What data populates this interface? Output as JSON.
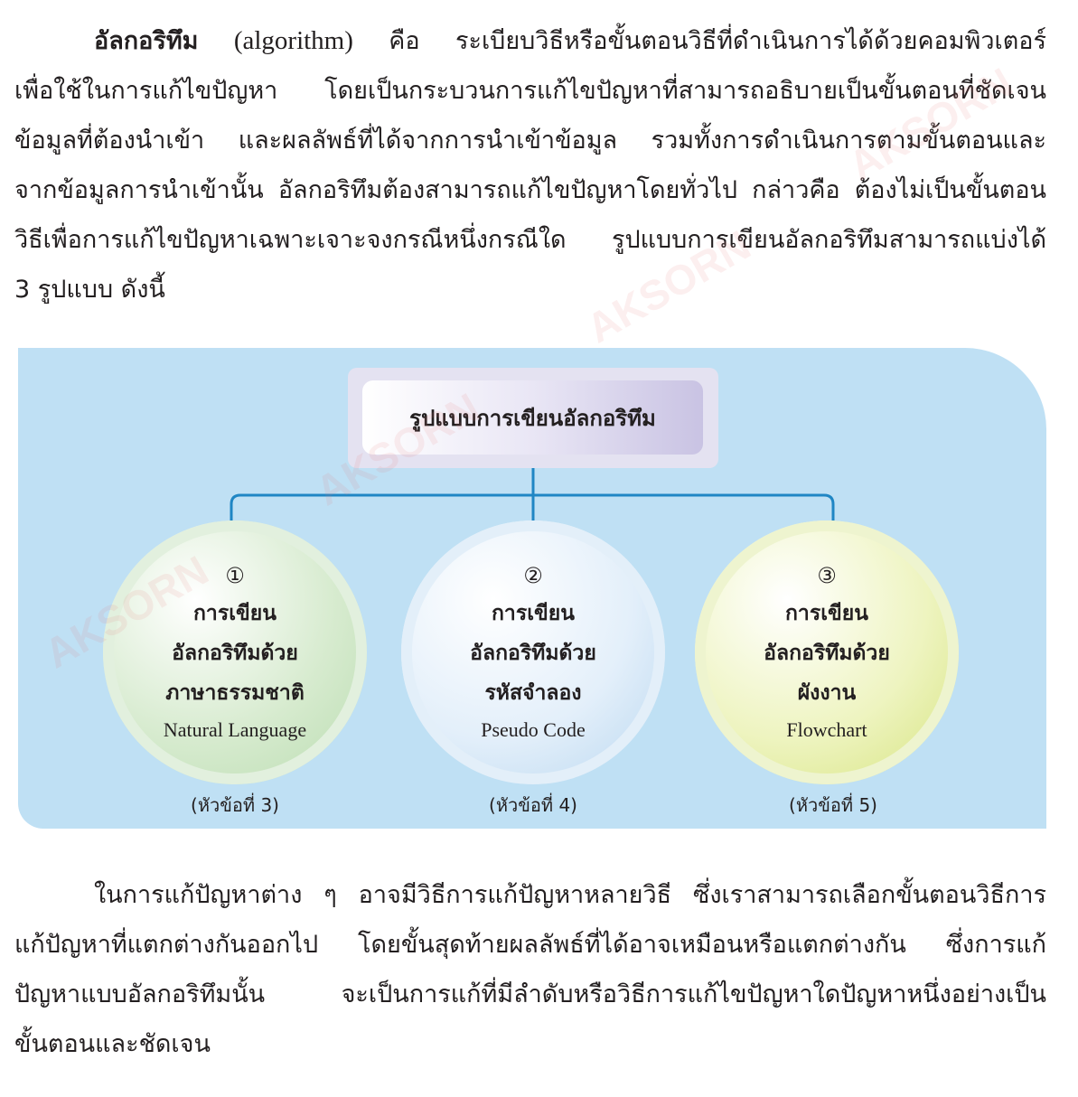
{
  "paragraph1": {
    "term": "อัลกอริทึม",
    "term_en": "(algorithm)",
    "line1_rest": "คือ ระเบียบวิธีหรือขั้นตอนวิธีที่ดำเนินการได้ด้วยคอมพิวเตอร์",
    "lines": [
      "เพื่อใช้ในการแก้ไขปัญหา โดยเป็นกระบวนการแก้ไขปัญหาที่สามารถอธิบายเป็นขั้นตอนที่ชัดเจน",
      "ข้อมูลที่ต้องนำเข้า และผลลัพธ์ที่ได้จากการนำเข้าข้อมูล รวมทั้งการดำเนินการตามขั้นตอนและ",
      "จากข้อมูลการนำเข้านั้น อัลกอริทึมต้องสามารถแก้ไขปัญหาโดยทั่วไป กล่าวคือ ต้องไม่เป็นขั้นตอน",
      "วิธีเพื่อการแก้ไขปัญหาเฉพาะเจาะจงกรณีหนึ่งกรณีใด รูปแบบการเขียนอัลกอริทึมสามารถแบ่งได้",
      "3 รูปแบบ ดังนี้"
    ]
  },
  "diagram": {
    "title": "รูปแบบการเขียนอัลกอริทึม",
    "items": [
      {
        "num": "①",
        "l1": "การเขียน",
        "l2": "อัลกอริทึมด้วย",
        "l3": "ภาษาธรรมชาติ",
        "en": "Natural Language",
        "caption": "(หัวข้อที่ 3)"
      },
      {
        "num": "②",
        "l1": "การเขียน",
        "l2": "อัลกอริทึมด้วย",
        "l3": "รหัสจำลอง",
        "en": "Pseudo Code",
        "caption": "(หัวข้อที่ 4)"
      },
      {
        "num": "③",
        "l1": "การเขียน",
        "l2": "อัลกอริทึมด้วย",
        "l3": "ผังงาน",
        "en": "Flowchart",
        "caption": "(หัวข้อที่ 5)"
      }
    ],
    "colors": {
      "panel": "#bfe0f4",
      "connector": "#1f86c4"
    }
  },
  "paragraph2": {
    "lines": [
      "ในการแก้ปัญหาต่าง ๆ อาจมีวิธีการแก้ปัญหาหลายวิธี ซึ่งเราสามารถเลือกขั้นตอนวิธีการ",
      "แก้ปัญหาที่แตกต่างกันออกไป โดยขั้นสุดท้ายผลลัพธ์ที่ได้อาจเหมือนหรือแตกต่างกัน ซึ่งการแก้",
      "ปัญหาแบบอัลกอริทึมนั้น จะเป็นการแก้ที่มีลำดับหรือวิธีการแก้ไขปัญหาใดปัญหาหนึ่งอย่างเป็น",
      "ขั้นตอนและชัดเจน"
    ]
  },
  "watermark": "AKSORN"
}
